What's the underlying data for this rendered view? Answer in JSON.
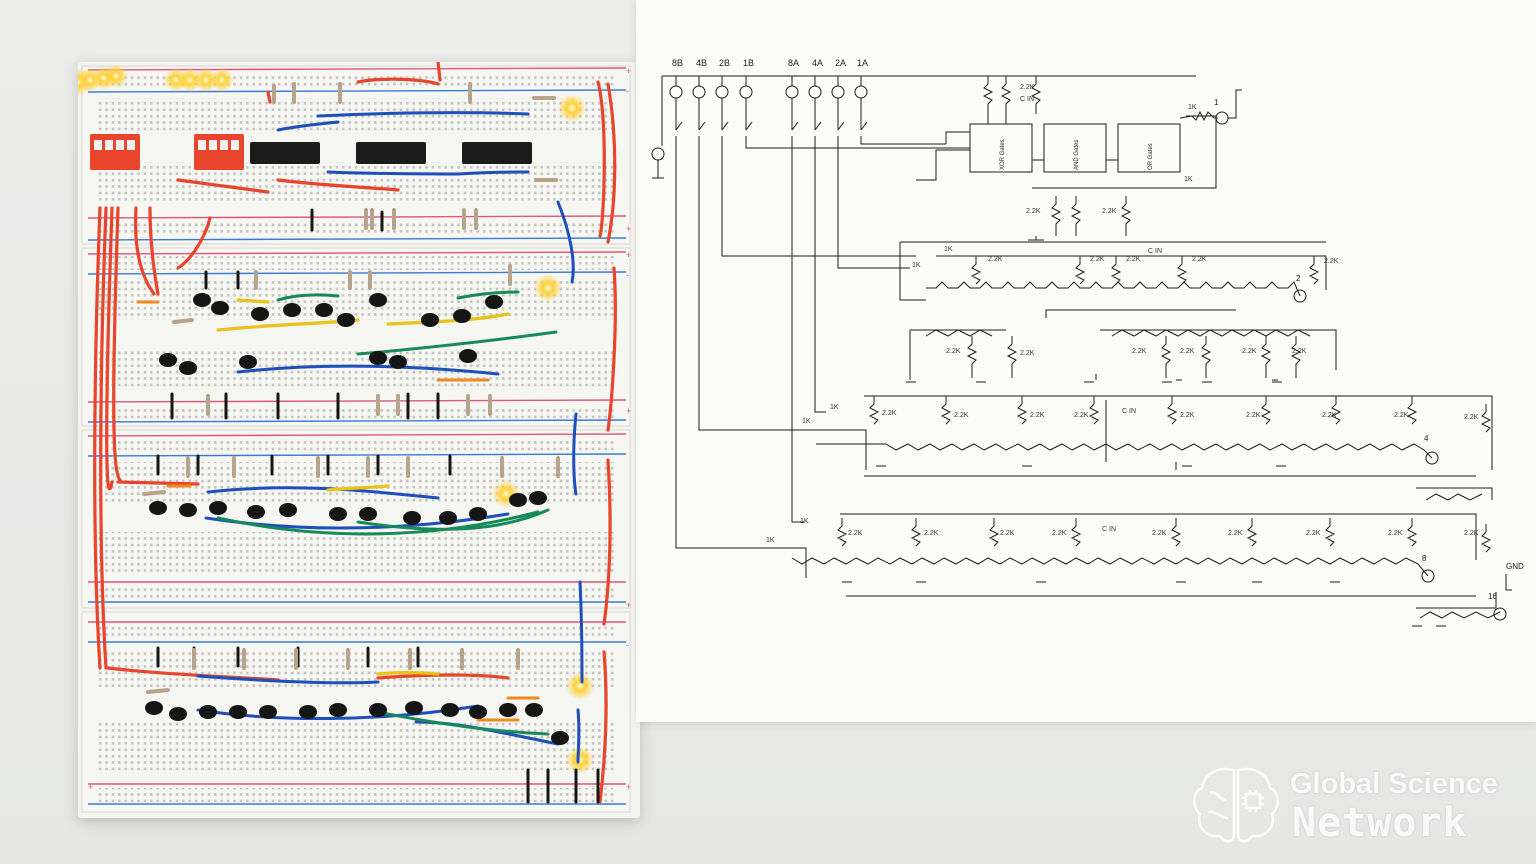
{
  "schematic": {
    "input_labels": [
      "8B",
      "4B",
      "2B",
      "1B",
      "8A",
      "4A",
      "2A",
      "1A"
    ],
    "chips": [
      "XOR Gates",
      "AND Gates",
      "OR Gates"
    ],
    "resistor_labels": {
      "k1": "1K",
      "k22": "2.2K",
      "cin": "C IN"
    },
    "output_labels": [
      "1",
      "2",
      "4",
      "8",
      "16"
    ],
    "ground_label": "GND"
  },
  "watermark": {
    "line1": "Global Science",
    "line2": "Network"
  },
  "colors": {
    "wire_red": "#e8452c",
    "wire_blue": "#1f4fb8",
    "wire_yellow": "#e9c21a",
    "wire_green": "#178a5a",
    "wire_orange": "#f08a1c",
    "led_on": "#ffd23a",
    "dip_switch": "#e8452c"
  }
}
